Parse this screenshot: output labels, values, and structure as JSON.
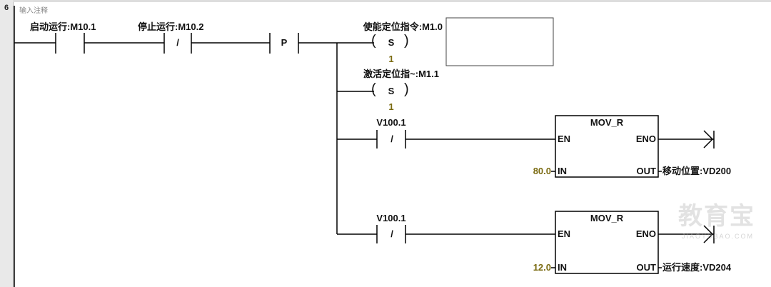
{
  "network": {
    "number": "6",
    "comment": "输入注释"
  },
  "rung_main": {
    "contact1": {
      "label": "启动运行:M10.1"
    },
    "contact2": {
      "label": "停止运行:M10.2",
      "symbol": "/"
    },
    "edge": {
      "symbol": "P"
    },
    "coil1": {
      "label": "使能定位指令:M1.0",
      "symbol": "S",
      "count": "1"
    },
    "coil2": {
      "label": "激活定位指~:M1.1",
      "symbol": "S",
      "count": "1"
    }
  },
  "branch1": {
    "contact": {
      "label": "V100.1",
      "symbol": "/"
    },
    "block": {
      "title": "MOV_R",
      "en": "EN",
      "eno": "ENO",
      "in": "IN",
      "out": "OUT",
      "in_value": "80.0",
      "out_value": "移动位置:VD200"
    }
  },
  "branch2": {
    "contact": {
      "label": "V100.1",
      "symbol": "/"
    },
    "block": {
      "title": "MOV_R",
      "en": "EN",
      "eno": "ENO",
      "in": "IN",
      "out": "OUT",
      "in_value": "12.0",
      "out_value": "运行速度:VD204"
    }
  },
  "watermark": {
    "text": "教育宝",
    "sub": "JIAOYUBAO.COM"
  },
  "colors": {
    "value": "#7a6a10",
    "line": "#000000"
  }
}
